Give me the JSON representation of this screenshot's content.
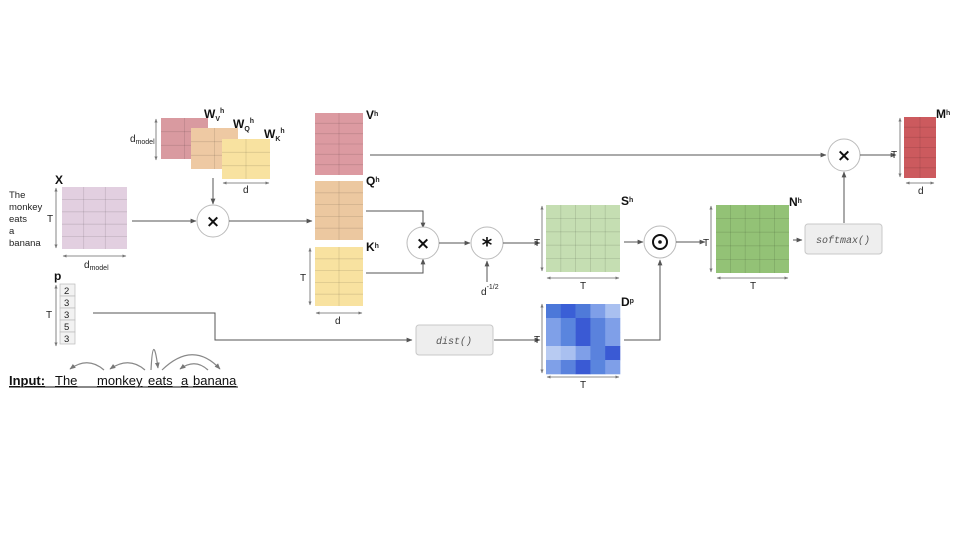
{
  "sentence_words": [
    "The",
    "monkey",
    "eats",
    "a",
    "banana"
  ],
  "input_label": "Input:",
  "input_words": [
    "The",
    "monkey",
    "eats",
    "a",
    "banana"
  ],
  "matrices": {
    "X": {
      "name": "X",
      "rows_label": "T",
      "cols_label": "d",
      "cols_sub": "model",
      "color": "#e2cfe0"
    },
    "WV": {
      "name": "W",
      "sub": "V",
      "sup": "h",
      "color": "#d99aa0"
    },
    "WQ": {
      "name": "W",
      "sub": "Q",
      "sup": "h",
      "color": "#eec9a3"
    },
    "WK": {
      "name": "W",
      "sub": "K",
      "sup": "h",
      "color": "#f8e2a0"
    },
    "W_rows_label": "d",
    "W_rows_sub": "model",
    "W_cols_label": "d",
    "V": {
      "name": "V",
      "sup": "h",
      "color": "#dc9aa1"
    },
    "Q": {
      "name": "Q",
      "sup": "h",
      "color": "#ecc8a0"
    },
    "K": {
      "name": "K",
      "sup": "h",
      "color": "#f8e2a0",
      "rows_label": "T",
      "cols_label": "d"
    },
    "S": {
      "name": "S",
      "sup": "h",
      "color": "#c5deb2",
      "rows_label": "T",
      "cols_label": "T"
    },
    "D": {
      "name": "D",
      "sup": "p",
      "rows_label": "T",
      "cols_label": "T",
      "cells": [
        [
          "#4c78d9",
          "#3a5fd6",
          "#4f7ad9",
          "#7f9fe8",
          "#a9c0f0"
        ],
        [
          "#7fa0e8",
          "#5a85de",
          "#3a5ad4",
          "#5a82dd",
          "#7f9fe8"
        ],
        [
          "#7fa0e8",
          "#5a85de",
          "#3a5ad4",
          "#5a82dd",
          "#7f9fe8"
        ],
        [
          "#b8cbf2",
          "#a9c0f0",
          "#7f9fe8",
          "#5a82dd",
          "#3a5ad4"
        ],
        [
          "#7fa0e8",
          "#5a82dd",
          "#3a5ad4",
          "#5a85de",
          "#7f9fe8"
        ]
      ]
    },
    "N": {
      "name": "N",
      "sup": "h",
      "color": "#93c276",
      "rows_label": "T",
      "cols_label": "T"
    },
    "M": {
      "name": "M",
      "sup": "h",
      "color": "#cc5a5e",
      "rows_label": "T",
      "cols_label": "d"
    }
  },
  "positions_vector": {
    "name": "p",
    "rows_label": "T",
    "values": [
      "2",
      "3",
      "3",
      "5",
      "3"
    ]
  },
  "operators": {
    "matmul_1": "×",
    "matmul_2": "×",
    "scale": "*",
    "scale_factor": "d",
    "scale_factor_exp": "-1/2",
    "hadamard": "⊙",
    "matmul_3": "×"
  },
  "functions": {
    "dist": "dist()",
    "softmax": "softmax()"
  }
}
